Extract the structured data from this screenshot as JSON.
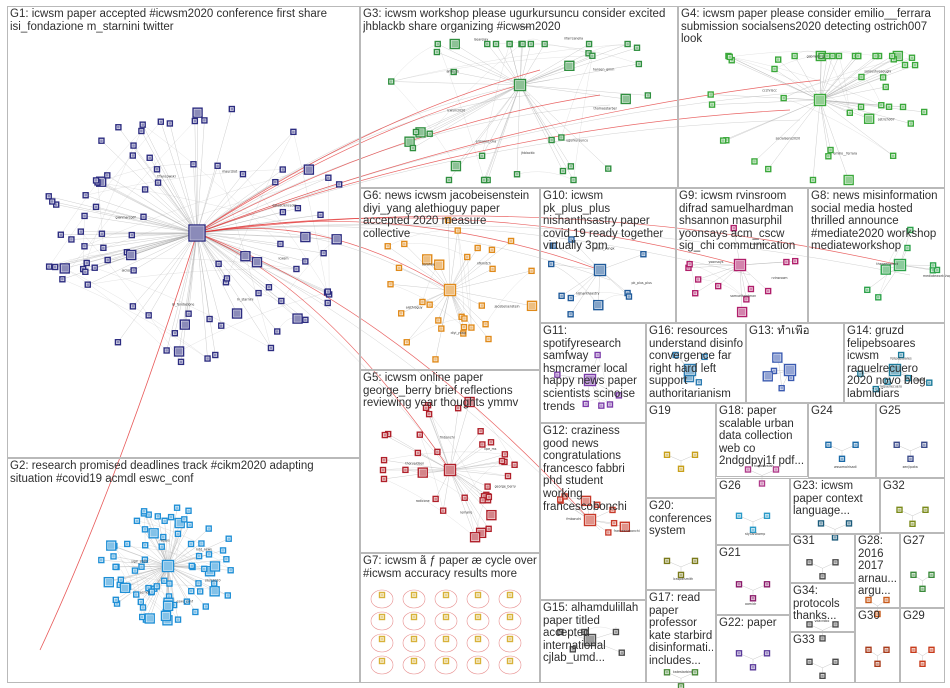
{
  "groups": [
    {
      "id": "G1",
      "label": "G1: icwsm paper accepted #icwsm2020 conference first share\nisi_fondazione m_starnini twitter",
      "color": "#2c2c80"
    },
    {
      "id": "G2",
      "label": "G2: research promised deadlines track #cikm2020 adapting\nsituation #covid19 acmdl eswc_conf",
      "color": "#1f8fd6"
    },
    {
      "id": "G3",
      "label": "G3: icwsm workshop please ugurkursuncu consider excited\njhblackb share organizing #icwsm2020",
      "color": "#2f8f3f"
    },
    {
      "id": "G4",
      "label": "G4: icwsm paper please consider emilio__ferrara\nsubmission socialsens2020 detecting ostrich007\nlook",
      "color": "#3aa83a"
    },
    {
      "id": "G5",
      "label": "G5: icwsm online paper\ngeorge_berry brief reflections\nreviewing year thoughts ymmv",
      "color": "#b0202a"
    },
    {
      "id": "G6",
      "label": "G6: news icwsm jacobeisenstein\ndiyi_yang alethioguy paper\naccepted 2020 measure\ncollective",
      "color": "#e08a1a"
    },
    {
      "id": "G7",
      "label": "G7: icwsm ã ƒ paper æ cycle over\n#icwsm accuracy results more",
      "color": "#d8b23a"
    },
    {
      "id": "G8",
      "label": "G8: news misinformation\nsocial media hosted\nthrilled announce\n#mediate2020 workshop\nmediateworkshop",
      "color": "#2ca24a"
    },
    {
      "id": "G9",
      "label": "G9: icwsm rvinsroom\ndifrad samuelhardman\nshsannon masurphil\nyoonsays acm_cscw\nsig_chi communication",
      "color": "#b01e6a"
    },
    {
      "id": "G10",
      "label": "G10: icwsm\npk_plus_plus\nnishanthsastry paper\ncovid 19 ready together\nvirtually 3pm",
      "color": "#1f5a9a"
    },
    {
      "id": "G11",
      "label": "G11:\nspotifyresearch\nsamfway\nhsmcramer local\nhappy news paper\nscientists scinoise\ntrends",
      "color": "#7a3aa8"
    },
    {
      "id": "G12",
      "label": "G12: craziness\ngood news\ncongratulations\nfrancesco fabbri\nphd student\nworking\nfrancescobonchi",
      "color": "#c83a2a"
    },
    {
      "id": "G13",
      "label": "G13: ทำเพื่อ",
      "color": "#3a5ab0"
    },
    {
      "id": "G14",
      "label": "G14: gruzd\nfelipebsoares\nicwsm\nraquelrecuero\n2020 novo blog\nlabmidiars",
      "color": "#1a7a9a"
    },
    {
      "id": "G15",
      "label": "G15: alhamdulillah\npaper titled\naccepted\ninternational\ncjlab_umd...",
      "color": "#4a4a4a"
    },
    {
      "id": "G16",
      "label": "G16: resources\nunderstand disinfo\nconvergence far\nright hard left\nsupport\nauthoritarianism",
      "color": "#2a7ab0"
    },
    {
      "id": "G17",
      "label": "G17: read\npaper\nprofessor\nkate starbird\ndisinformati...\nincludes...",
      "color": "#4a8a3a"
    },
    {
      "id": "G18",
      "label": "G18: paper\nscalable urban\ndata collection\nweb co\n2ndgdpyj1f pdf...",
      "color": "#b03a8a"
    },
    {
      "id": "G19",
      "label": "G19",
      "color": "#c8a01a"
    },
    {
      "id": "G20",
      "label": "G20:\nconferences\nsystem",
      "color": "#7a7a1a"
    },
    {
      "id": "G21",
      "label": "G21",
      "color": "#8a1a6a"
    },
    {
      "id": "G22",
      "label": "G22: paper",
      "color": "#5a3a9a"
    },
    {
      "id": "G23",
      "label": "G23: icwsm\npaper context\nlanguage...",
      "color": "#1a5a7a"
    },
    {
      "id": "G24",
      "label": "G24",
      "color": "#1a6aa8"
    },
    {
      "id": "G25",
      "label": "G25",
      "color": "#3a4a8a"
    },
    {
      "id": "G26",
      "label": "G26",
      "color": "#2a9ac8"
    },
    {
      "id": "G27",
      "label": "G27",
      "color": "#3a8a3a"
    },
    {
      "id": "G28",
      "label": "G28:\n2016\n2017\narnau...\nargu...",
      "color": "#c85a1a"
    },
    {
      "id": "G29",
      "label": "G29",
      "color": "#c83a1a"
    },
    {
      "id": "G30",
      "label": "G30",
      "color": "#a83a1a"
    },
    {
      "id": "G31",
      "label": "G31",
      "color": "#4a4a4a"
    },
    {
      "id": "G32",
      "label": "G32",
      "color": "#7a8a1a"
    },
    {
      "id": "G33",
      "label": "G33",
      "color": "#4a4a4a"
    },
    {
      "id": "G34",
      "label": "G34:\nprotocols\nthanks...",
      "color": "#4a4a4a"
    }
  ],
  "node_labels": {
    "G1": [
      "icwsm",
      "m_starnini",
      "isi_fondazione",
      "alcioc",
      "gianmarcodf",
      "tfrancowski",
      "mauriziot",
      "datasciencedel"
    ],
    "G2": [
      "cikm2020",
      "eswc_conf",
      "acmdl",
      "sigir_2020",
      "recsys",
      "kdd_news"
    ],
    "G3": [
      "thomasstarber",
      "ugurkursuncu",
      "jhblackb",
      "ermanni_cha",
      "icwsm2020",
      "amir_sh",
      "lsearelay",
      "cyhoon",
      "ilfarrcanella",
      "hansen_gmm"
    ],
    "G4": [
      "ostrich007",
      "emilio__ferrara",
      "socialsens2020",
      "ccchriscc",
      "gabrieloi_gr",
      "soroushvosoughi"
    ],
    "G5": [
      "george_berry",
      "lemaire",
      "radicone",
      "thorvaldsen",
      "fmbonchi",
      "lipe_ms"
    ],
    "G6": [
      "jacobeisenstein",
      "diyi_yang",
      "alethioguy",
      "sarahoe",
      "nfkmitch"
    ],
    "G8": [
      "mediateworkshop",
      "thepeecollect"
    ],
    "G9": [
      "rvinsroom",
      "samuelhardman",
      "yoonsays",
      "masurphil"
    ],
    "G10": [
      "pk_plus_plus",
      "nishanthsastry",
      "trhood_yangx"
    ],
    "G12": [
      "francescobonchi",
      "fmbonchi"
    ],
    "G14": [
      "gruzd",
      "raquelrecuero",
      "felipebsoares"
    ],
    "G17": [
      "katestarbird"
    ],
    "G18": [
      "hugoiavaiah"
    ],
    "G20": [
      "lcaspdlsmith"
    ],
    "G21": [
      "aamidr"
    ],
    "G24": [
      "wssomalrisadi"
    ],
    "G25": [
      "xenjipaka"
    ],
    "G26": [
      "stylianikomp"
    ],
    "G34": [
      "vdacrobo"
    ]
  },
  "edge_colors": {
    "gray": "#a6a6a6",
    "red": "#e23030"
  }
}
